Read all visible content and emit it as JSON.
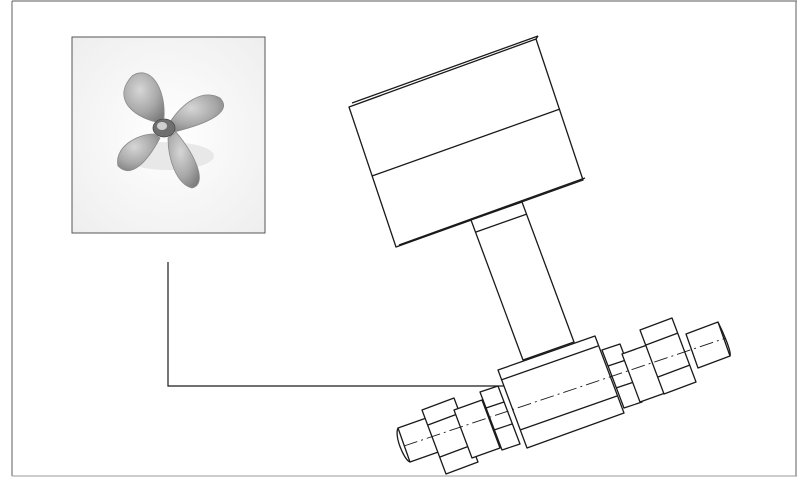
{
  "figure": {
    "inset_image": {
      "subject": "propeller-impeller",
      "label": ""
    },
    "main_drawing": {
      "subject": "inline-flow-meter",
      "label": ""
    },
    "connector": {
      "style": "elbow-arrow"
    }
  },
  "colors": {
    "line": "#1a1a1a",
    "frame": "#7a7a7a",
    "blade": "#a9a9a9",
    "blade_shade": "#8a8a8a"
  }
}
